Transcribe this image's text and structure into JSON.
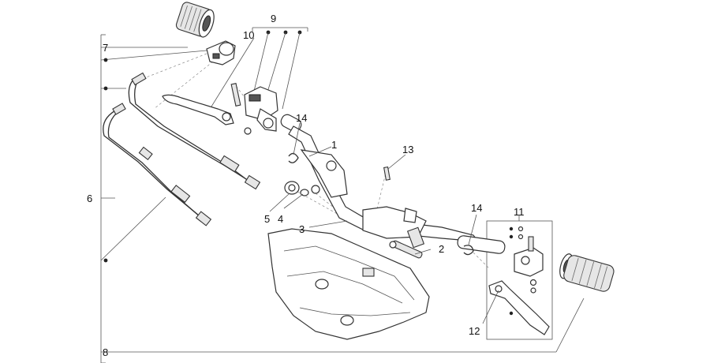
{
  "diagram": {
    "callouts": [
      {
        "id": "c1",
        "label": "1"
      },
      {
        "id": "c2",
        "label": "2"
      },
      {
        "id": "c3",
        "label": "3"
      },
      {
        "id": "c4",
        "label": "4"
      },
      {
        "id": "c5",
        "label": "5"
      },
      {
        "id": "c6",
        "label": "6"
      },
      {
        "id": "c7",
        "label": "7"
      },
      {
        "id": "c8",
        "label": "8"
      },
      {
        "id": "c9",
        "label": "9"
      },
      {
        "id": "c10",
        "label": "10"
      },
      {
        "id": "c11",
        "label": "11"
      },
      {
        "id": "c12",
        "label": "12"
      },
      {
        "id": "c13",
        "label": "13"
      },
      {
        "id": "c14a",
        "label": "14"
      },
      {
        "id": "c14b",
        "label": "14"
      }
    ]
  }
}
